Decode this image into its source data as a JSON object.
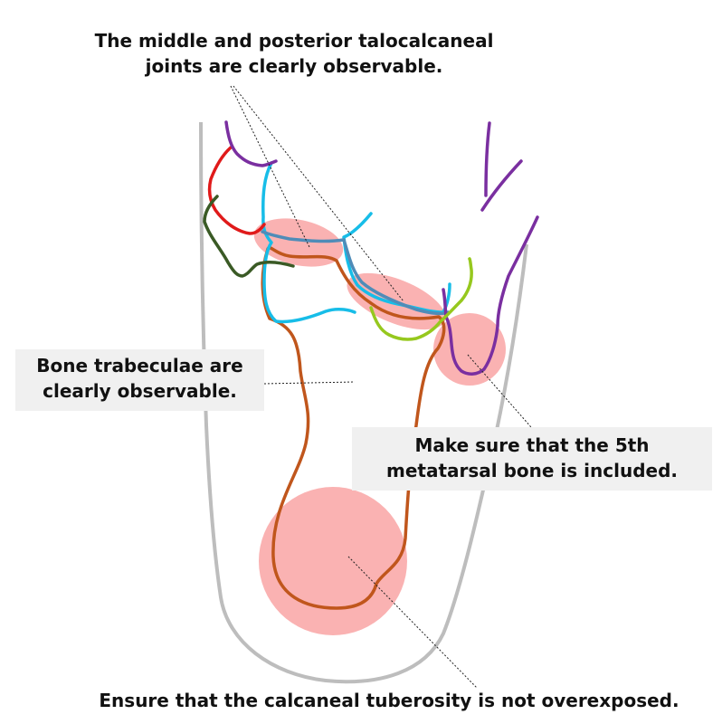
{
  "annotations": {
    "joints": {
      "line1": "The middle and posterior talocalcaneal",
      "line2": "joints are clearly observable."
    },
    "trabeculae": {
      "line1": "Bone trabeculae are",
      "line2": "clearly observable."
    },
    "metatarsal": {
      "line1": "Make sure that the 5th",
      "line2": "metatarsal bone is included."
    },
    "tuberosity": {
      "line1": "Ensure that the calcaneal tuberosity is not overexposed."
    }
  },
  "colors": {
    "foot_outline": "#bdbdbd",
    "highlight": "#f9a5a5",
    "calcaneus": "#c0561c",
    "talus": "#17bde8",
    "joint_line": "#4f8cb8",
    "navicular": "#e01a1a",
    "cuboid_edge": "#3a5a25",
    "metatarsal": "#7a2fa0",
    "cuboid": "#96c81e",
    "leader": "#222222"
  }
}
